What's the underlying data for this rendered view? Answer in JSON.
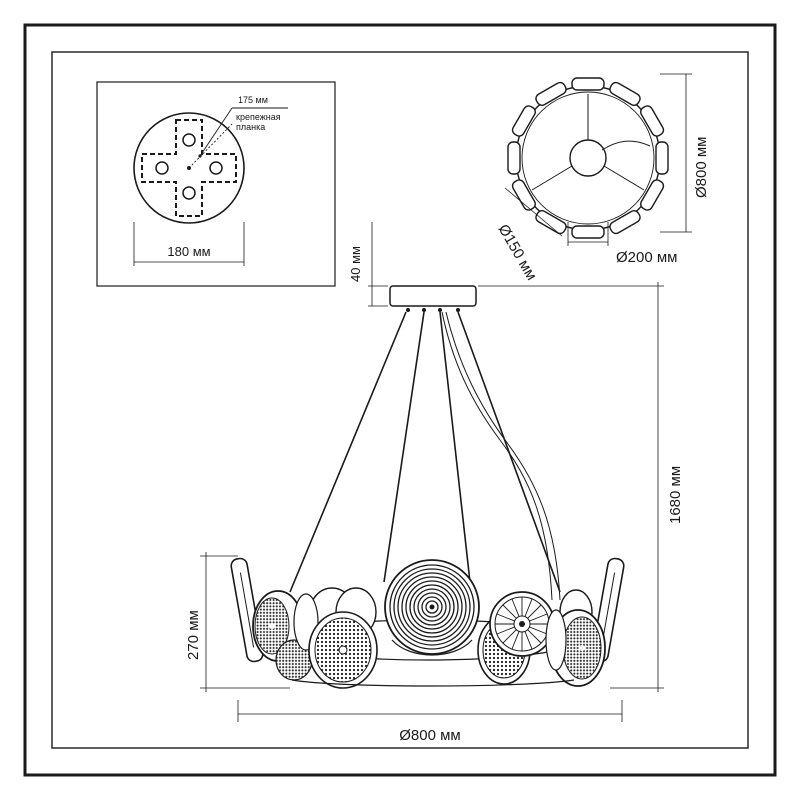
{
  "drawing": {
    "mount_plate": {
      "dim_175": "175 мм",
      "label_line1": "крепежная",
      "label_line2": "планка",
      "dim_180": "180 мм"
    },
    "canopy_height": "40 мм",
    "top_view": {
      "dim_outer": "Ø800 мм",
      "dim_hub": "Ø150 мм",
      "dim_canopy": "Ø200 мм"
    },
    "total_height": "1680 мм",
    "ring_height": "270 мм",
    "diameter": "Ø800 мм"
  }
}
